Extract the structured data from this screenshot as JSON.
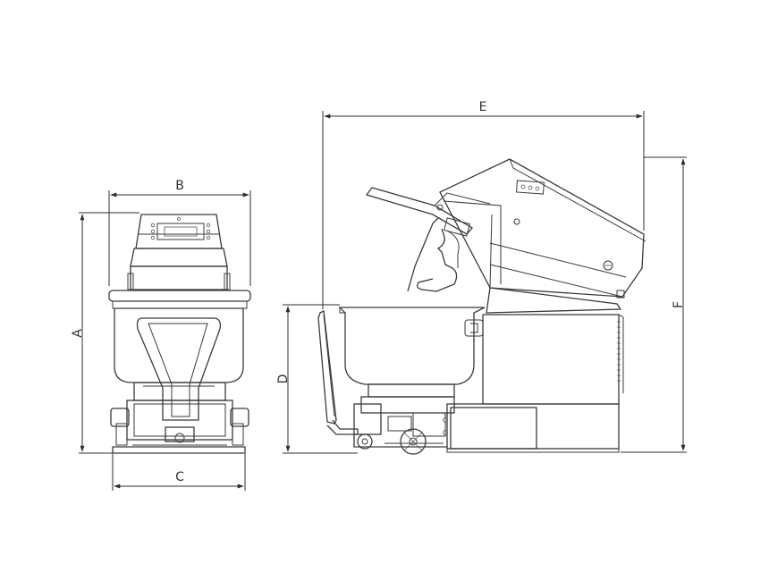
{
  "dimensions": {
    "A": "A",
    "B": "B",
    "C": "C",
    "D": "D",
    "E": "E",
    "F": "F"
  },
  "colors": {
    "line": "#3a3a3a",
    "background": "#ffffff"
  }
}
